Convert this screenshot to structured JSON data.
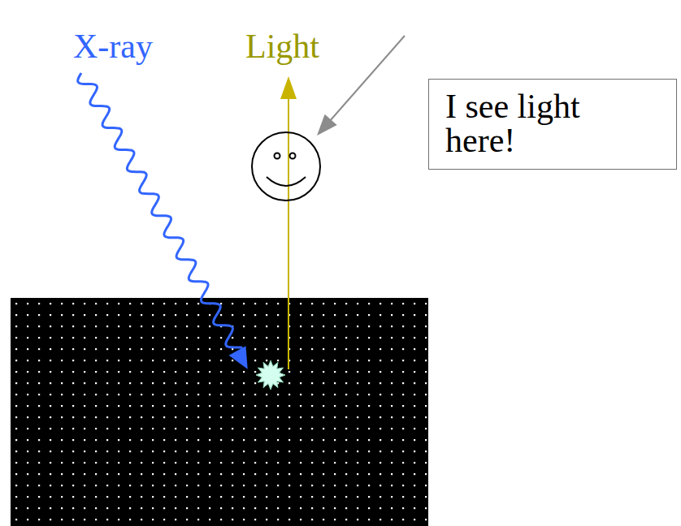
{
  "diagram": {
    "nodes": [
      {
        "text": [
          "I see light here!"
        ]
      }
    ],
    "labels": [
      "X-ray",
      "Light"
    ]
  }
}
